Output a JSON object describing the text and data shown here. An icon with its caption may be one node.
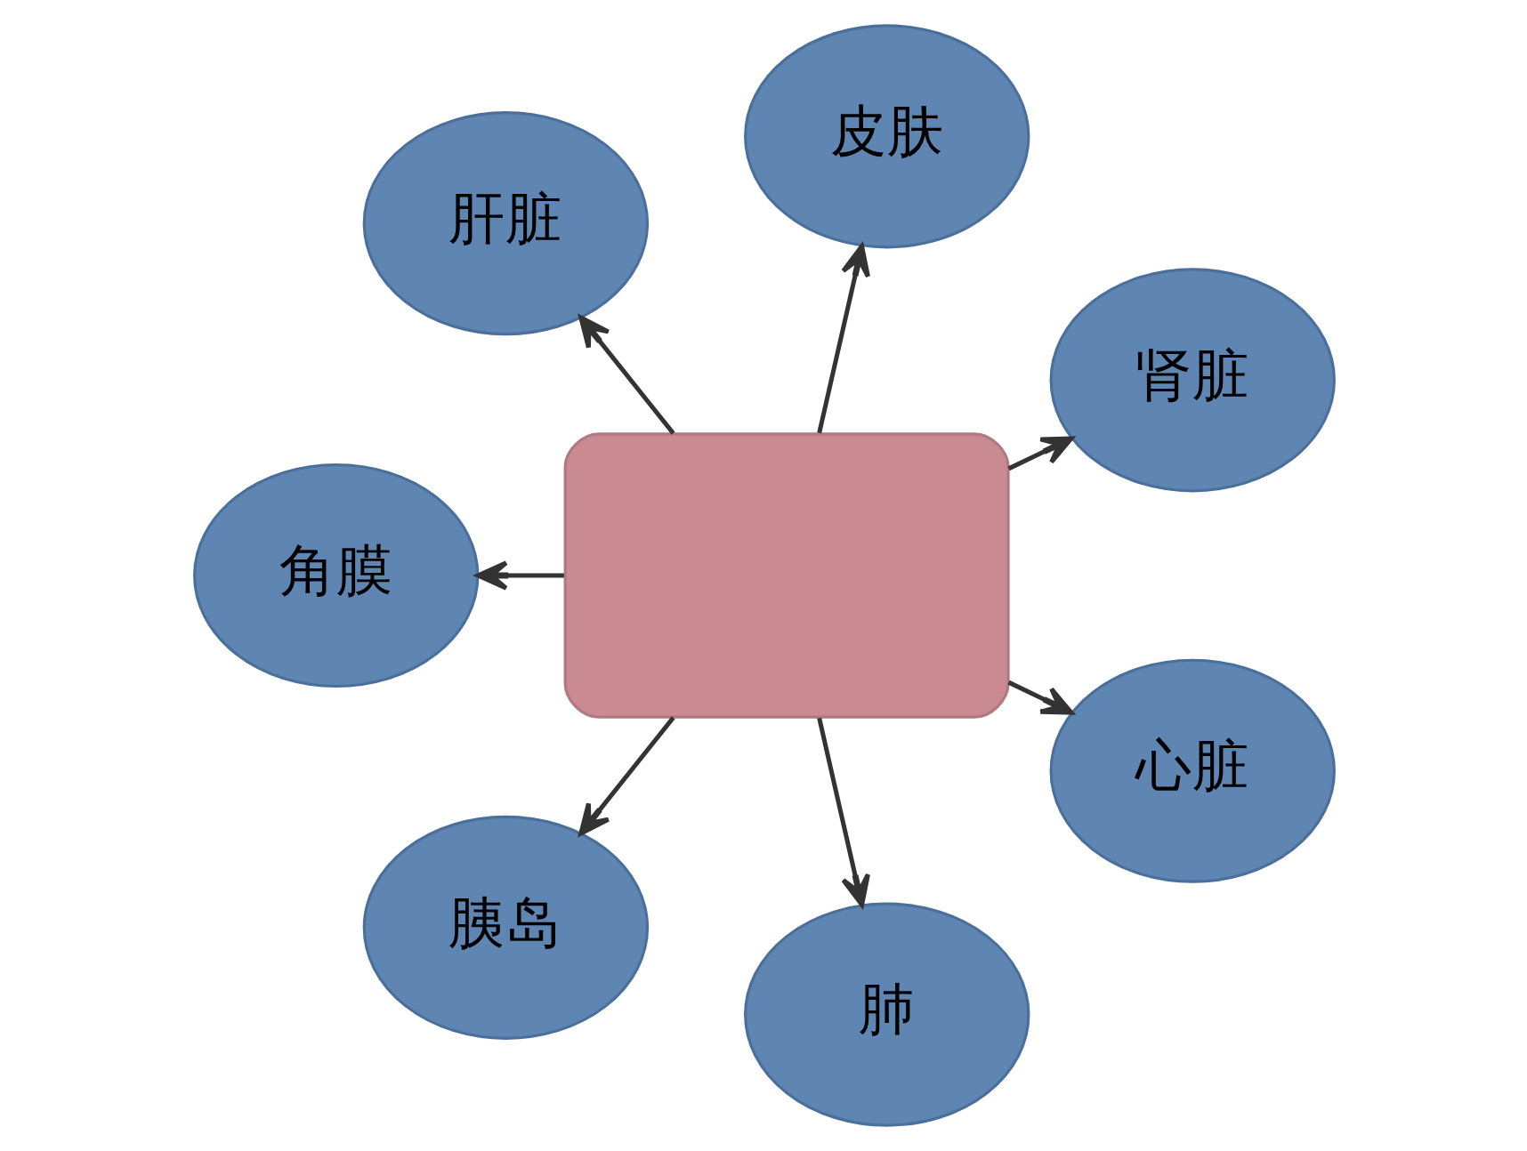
{
  "diagram": {
    "nodes": [
      {
        "text": [],
        "shape": "box"
      },
      {
        "text": [
          "肾脏"
        ]
      },
      {
        "text": [
          "皮肤"
        ]
      },
      {
        "text": [
          "肝脏"
        ]
      },
      {
        "text": [
          "角膜"
        ]
      },
      {
        "text": [
          "胰岛"
        ]
      },
      {
        "text": [
          "肺"
        ]
      },
      {
        "text": [
          "心脏"
        ]
      }
    ],
    "edges": [
      {
        "from": 0,
        "to": 1,
        "arrow": "to"
      },
      {
        "from": 0,
        "to": 2,
        "arrow": "to"
      },
      {
        "from": 0,
        "to": 3,
        "arrow": "to"
      },
      {
        "from": 0,
        "to": 4,
        "arrow": "to"
      },
      {
        "from": 0,
        "to": 5,
        "arrow": "to"
      },
      {
        "from": 0,
        "to": 6,
        "arrow": "to"
      },
      {
        "from": 0,
        "to": 7,
        "arrow": "to"
      }
    ]
  }
}
